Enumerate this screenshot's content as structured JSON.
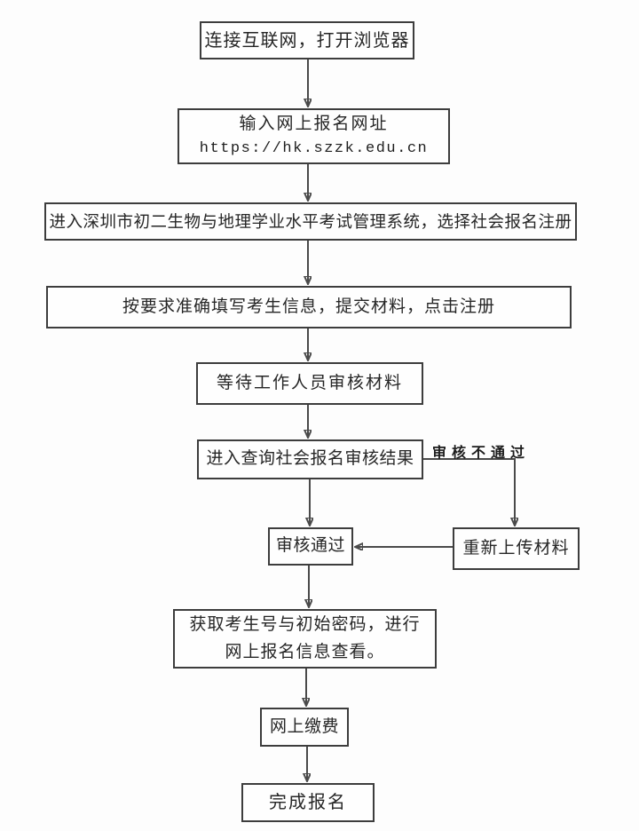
{
  "flowchart": {
    "description_language": "zh-CN",
    "nodes": {
      "connect_internet": {
        "label": "连接互联网，打开浏览器"
      },
      "enter_url": {
        "label": "输入网上报名网址",
        "url": "https://hk.szzk.edu.cn"
      },
      "enter_system": {
        "label": "进入深圳市初二生物与地理学业水平考试管理系统，选择社会报名注册"
      },
      "fill_info": {
        "label": "按要求准确填写考生信息，提交材料，点击注册"
      },
      "wait_review": {
        "label": "等待工作人员审核材料"
      },
      "query_result": {
        "label": "进入查询社会报名审核结果"
      },
      "review_pass": {
        "label": "审核通过"
      },
      "reupload": {
        "label": "重新上传材料"
      },
      "get_id": {
        "label": "获取考生号与初始密码，进行网上报名信息查看。"
      },
      "pay_online": {
        "label": "网上缴费"
      },
      "complete": {
        "label": "完成报名"
      }
    },
    "edge_labels": {
      "review_fail": "审核不通过"
    },
    "edges": [
      {
        "from": "connect_internet",
        "to": "enter_url"
      },
      {
        "from": "enter_url",
        "to": "enter_system"
      },
      {
        "from": "enter_system",
        "to": "fill_info"
      },
      {
        "from": "fill_info",
        "to": "wait_review"
      },
      {
        "from": "wait_review",
        "to": "query_result"
      },
      {
        "from": "query_result",
        "to": "review_pass"
      },
      {
        "from": "query_result",
        "to": "reupload",
        "label": "审核不通过"
      },
      {
        "from": "reupload",
        "to": "review_pass"
      },
      {
        "from": "review_pass",
        "to": "get_id"
      },
      {
        "from": "get_id",
        "to": "pay_online"
      },
      {
        "from": "pay_online",
        "to": "complete"
      }
    ],
    "colors": {
      "background": "#fdfdfd",
      "node_border": "#3d3d3d",
      "line": "#4a4a4a",
      "text": "#262626"
    }
  }
}
